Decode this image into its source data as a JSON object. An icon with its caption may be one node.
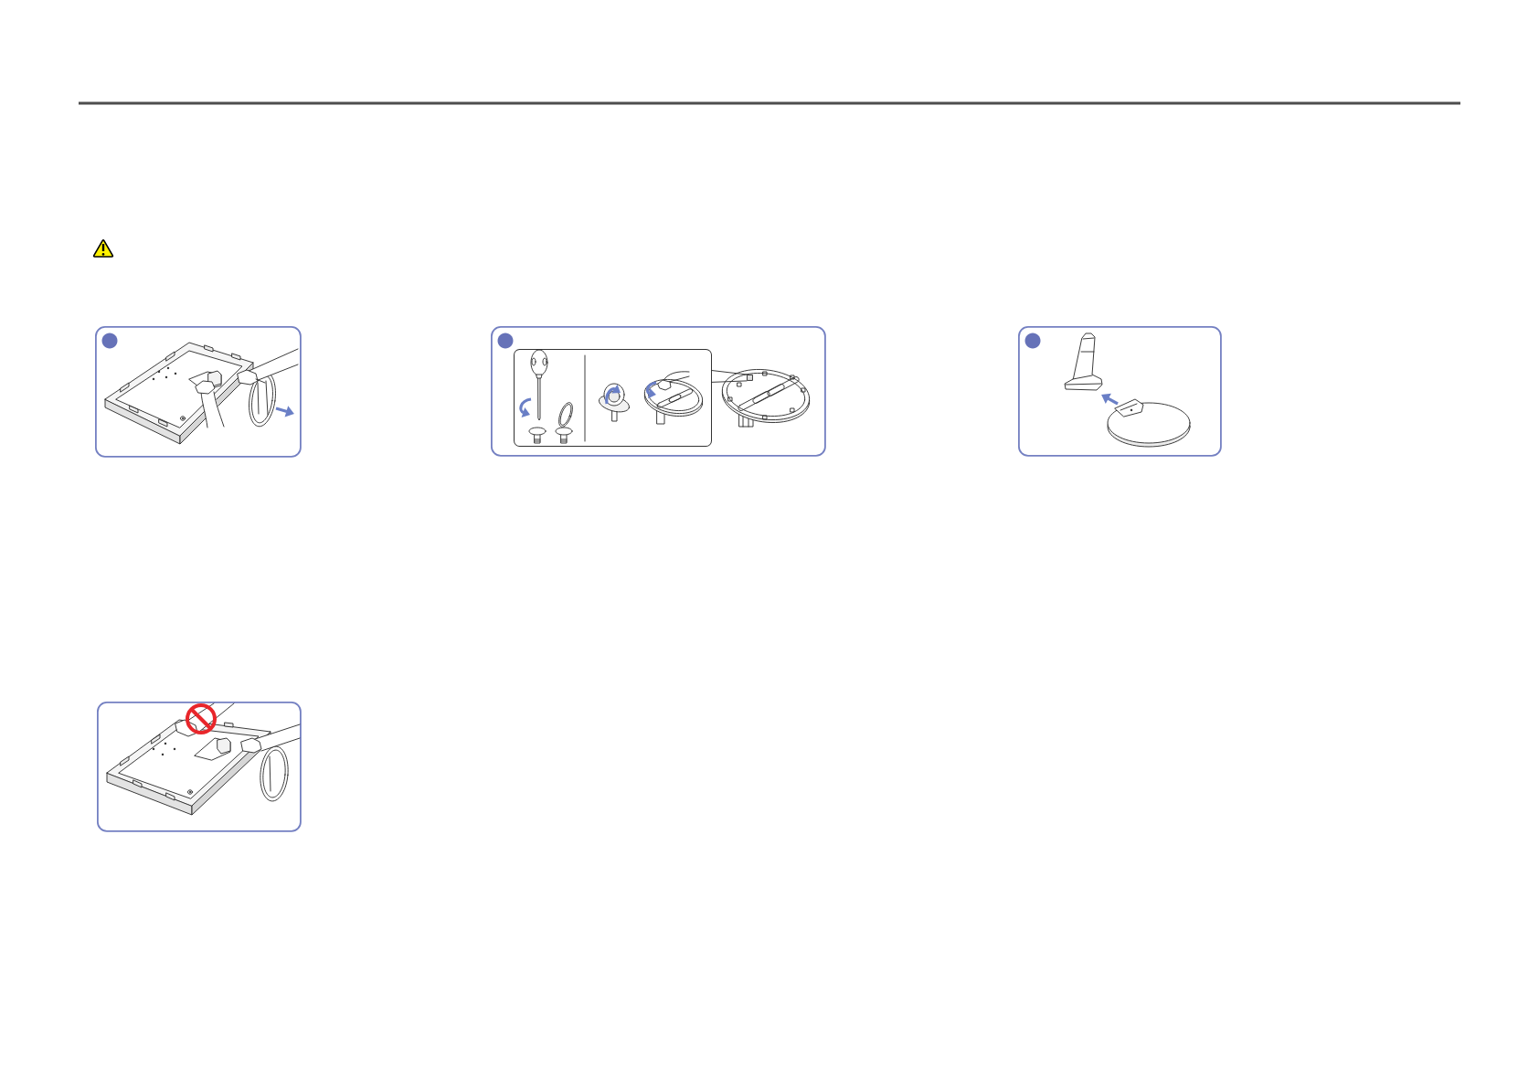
{
  "diagram": {
    "nodes": [
      {
        "text": [],
        "shape": "picture"
      },
      {
        "text": [],
        "shape": "picture"
      },
      {
        "text": [],
        "shape": "box",
        "in": 1
      },
      {
        "text": [],
        "shape": "box",
        "in": 1
      },
      {
        "text": [],
        "shape": "picture"
      },
      {
        "text": [],
        "shape": "picture"
      }
    ],
    "edges": [
      {
        "from": 2,
        "to": 3,
        "arrow": "none"
      },
      {
        "from": 2,
        "to": 3,
        "arrow": "none"
      }
    ]
  }
}
